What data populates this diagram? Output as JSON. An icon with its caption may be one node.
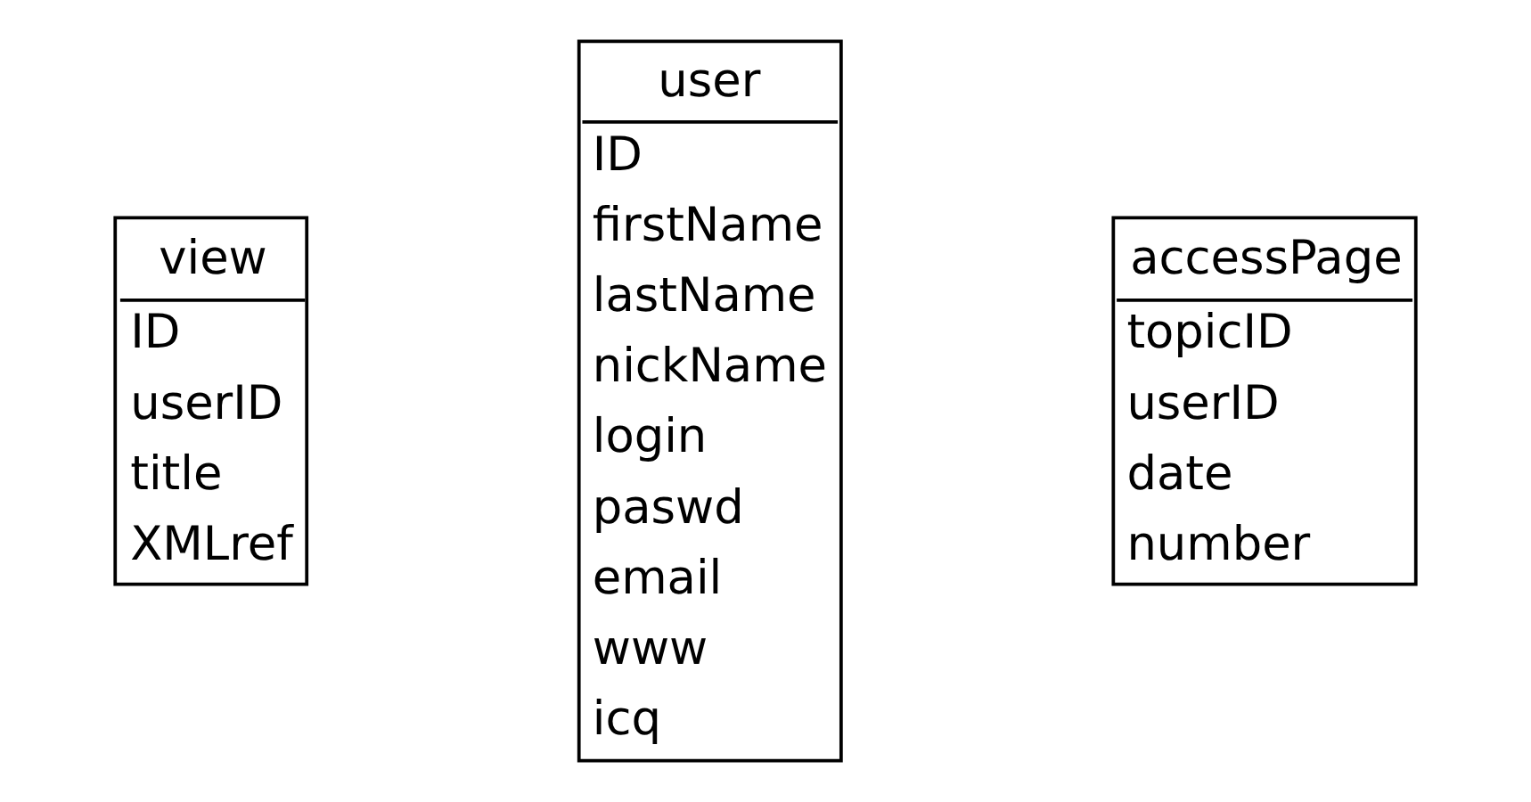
{
  "diagram": {
    "nodes": [
      {
        "text": [
          "view",
          "ID",
          "userID",
          "title",
          "XMLref"
        ]
      },
      {
        "text": [
          "user",
          "ID",
          "firstName",
          "lastName",
          "nickName",
          "login",
          "paswd",
          "email",
          "www",
          "icq"
        ]
      },
      {
        "text": [
          "accessPage",
          "topicID",
          "userID",
          "date",
          "number"
        ]
      }
    ]
  }
}
